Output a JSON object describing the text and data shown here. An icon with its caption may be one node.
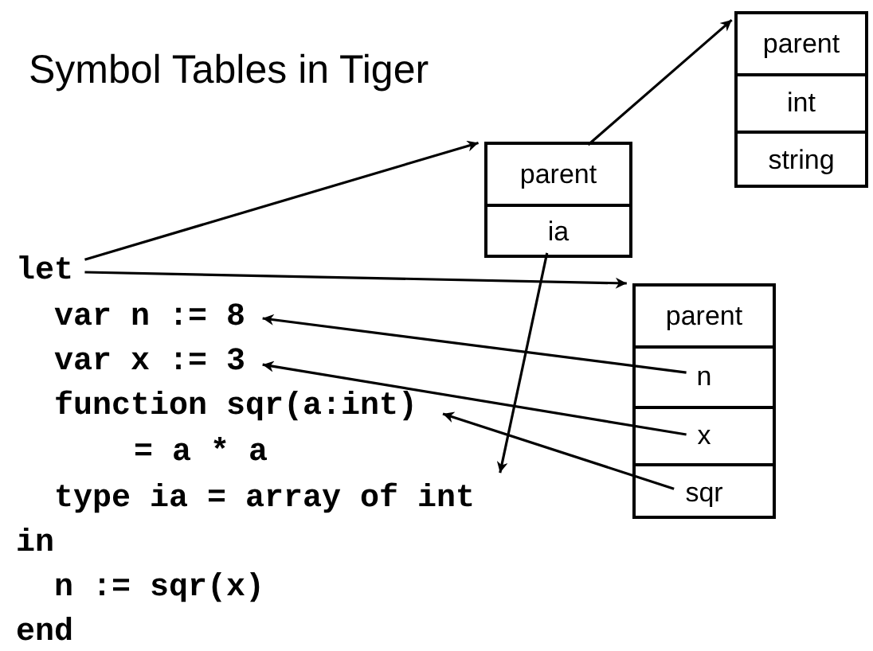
{
  "diagram": {
    "title": "Symbol Tables in Tiger",
    "nodes": [
      {
        "text": [],
        "shape": "box"
      },
      {
        "text": [
          "parent"
        ],
        "in": 0
      },
      {
        "text": [
          "int"
        ],
        "in": 0
      },
      {
        "text": [
          "string"
        ],
        "in": 0
      },
      {
        "text": [],
        "shape": "box"
      },
      {
        "text": [
          "parent"
        ],
        "in": 4
      },
      {
        "text": [
          "ia"
        ],
        "in": 4
      },
      {
        "text": [],
        "shape": "box"
      },
      {
        "text": [
          "parent"
        ],
        "in": 7
      },
      {
        "text": [
          "n"
        ],
        "in": 7
      },
      {
        "text": [
          "x"
        ],
        "in": 7
      },
      {
        "text": [
          "sqr"
        ],
        "in": 7
      },
      {
        "text": [
          "let"
        ]
      },
      {
        "text": [
          "var n := 8"
        ]
      },
      {
        "text": [
          "var x := 3"
        ]
      },
      {
        "text": [
          "function sqr(a:int)"
        ]
      },
      {
        "text": [
          "type ia = array of int"
        ]
      }
    ],
    "edges": [
      {
        "from": 5,
        "to": 0,
        "arrow": "to"
      },
      {
        "from": 12,
        "to": 4,
        "arrow": "to"
      },
      {
        "from": 12,
        "to": 7,
        "arrow": "to"
      },
      {
        "from": 9,
        "to": 13,
        "arrow": "to"
      },
      {
        "from": 10,
        "to": 14,
        "arrow": "to"
      },
      {
        "from": 11,
        "to": 15,
        "arrow": "to"
      },
      {
        "from": 6,
        "to": 16,
        "arrow": "to"
      }
    ],
    "labels": [
      "= a * a",
      "in",
      "n := sqr(x)",
      "end"
    ]
  }
}
